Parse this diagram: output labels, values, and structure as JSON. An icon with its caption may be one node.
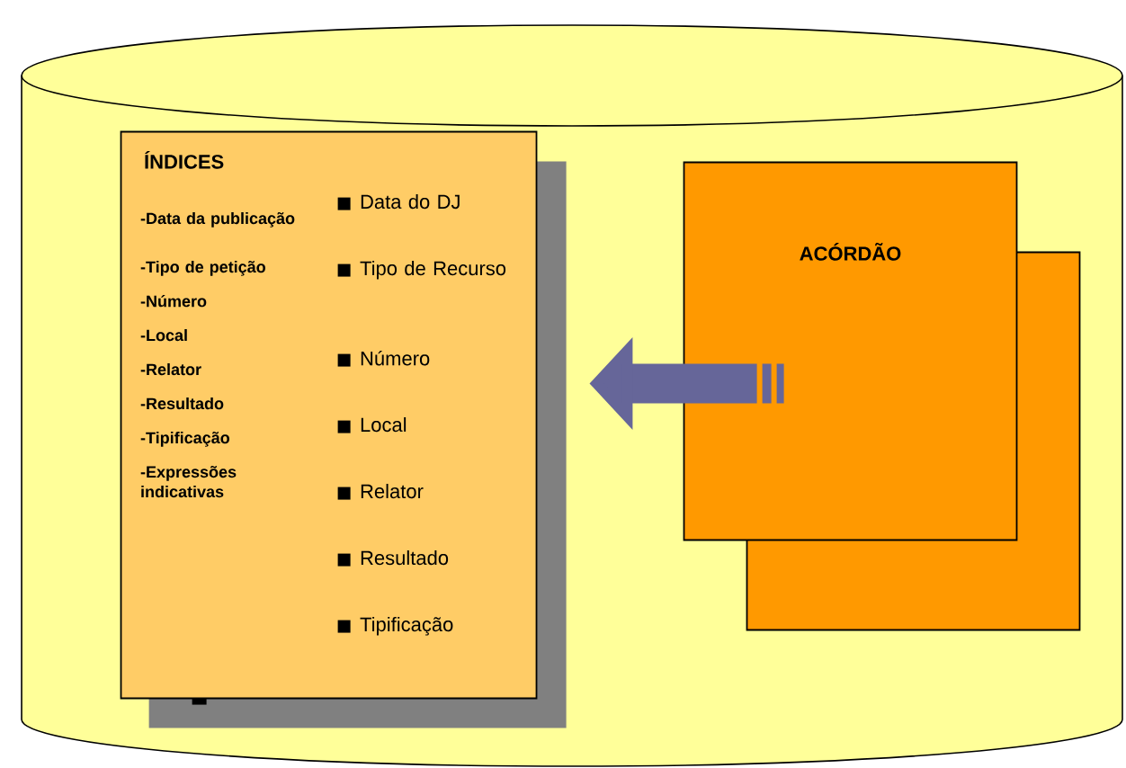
{
  "diagram": {
    "nodes": [
      {
        "text": [],
        "shape": "cylinder"
      },
      {
        "text": [
          "ÍNDICES",
          "-Data da publicação",
          "-Tipo de petição",
          "-Número",
          "-Local",
          "-Relator",
          "-Resultado",
          "-Tipificação",
          "-Expressões indicativas",
          "Data do DJ",
          "Tipo de Recurso",
          "Número",
          "Local",
          "Relator",
          "Resultado",
          "Tipificação"
        ],
        "in": 0
      },
      {
        "text": [
          "ACÓRDÃO"
        ],
        "in": 0
      },
      {
        "text": [],
        "shape": "box",
        "in": 0
      }
    ],
    "edges": [
      {
        "from": 2,
        "to": 1,
        "arrow": "to"
      }
    ]
  }
}
